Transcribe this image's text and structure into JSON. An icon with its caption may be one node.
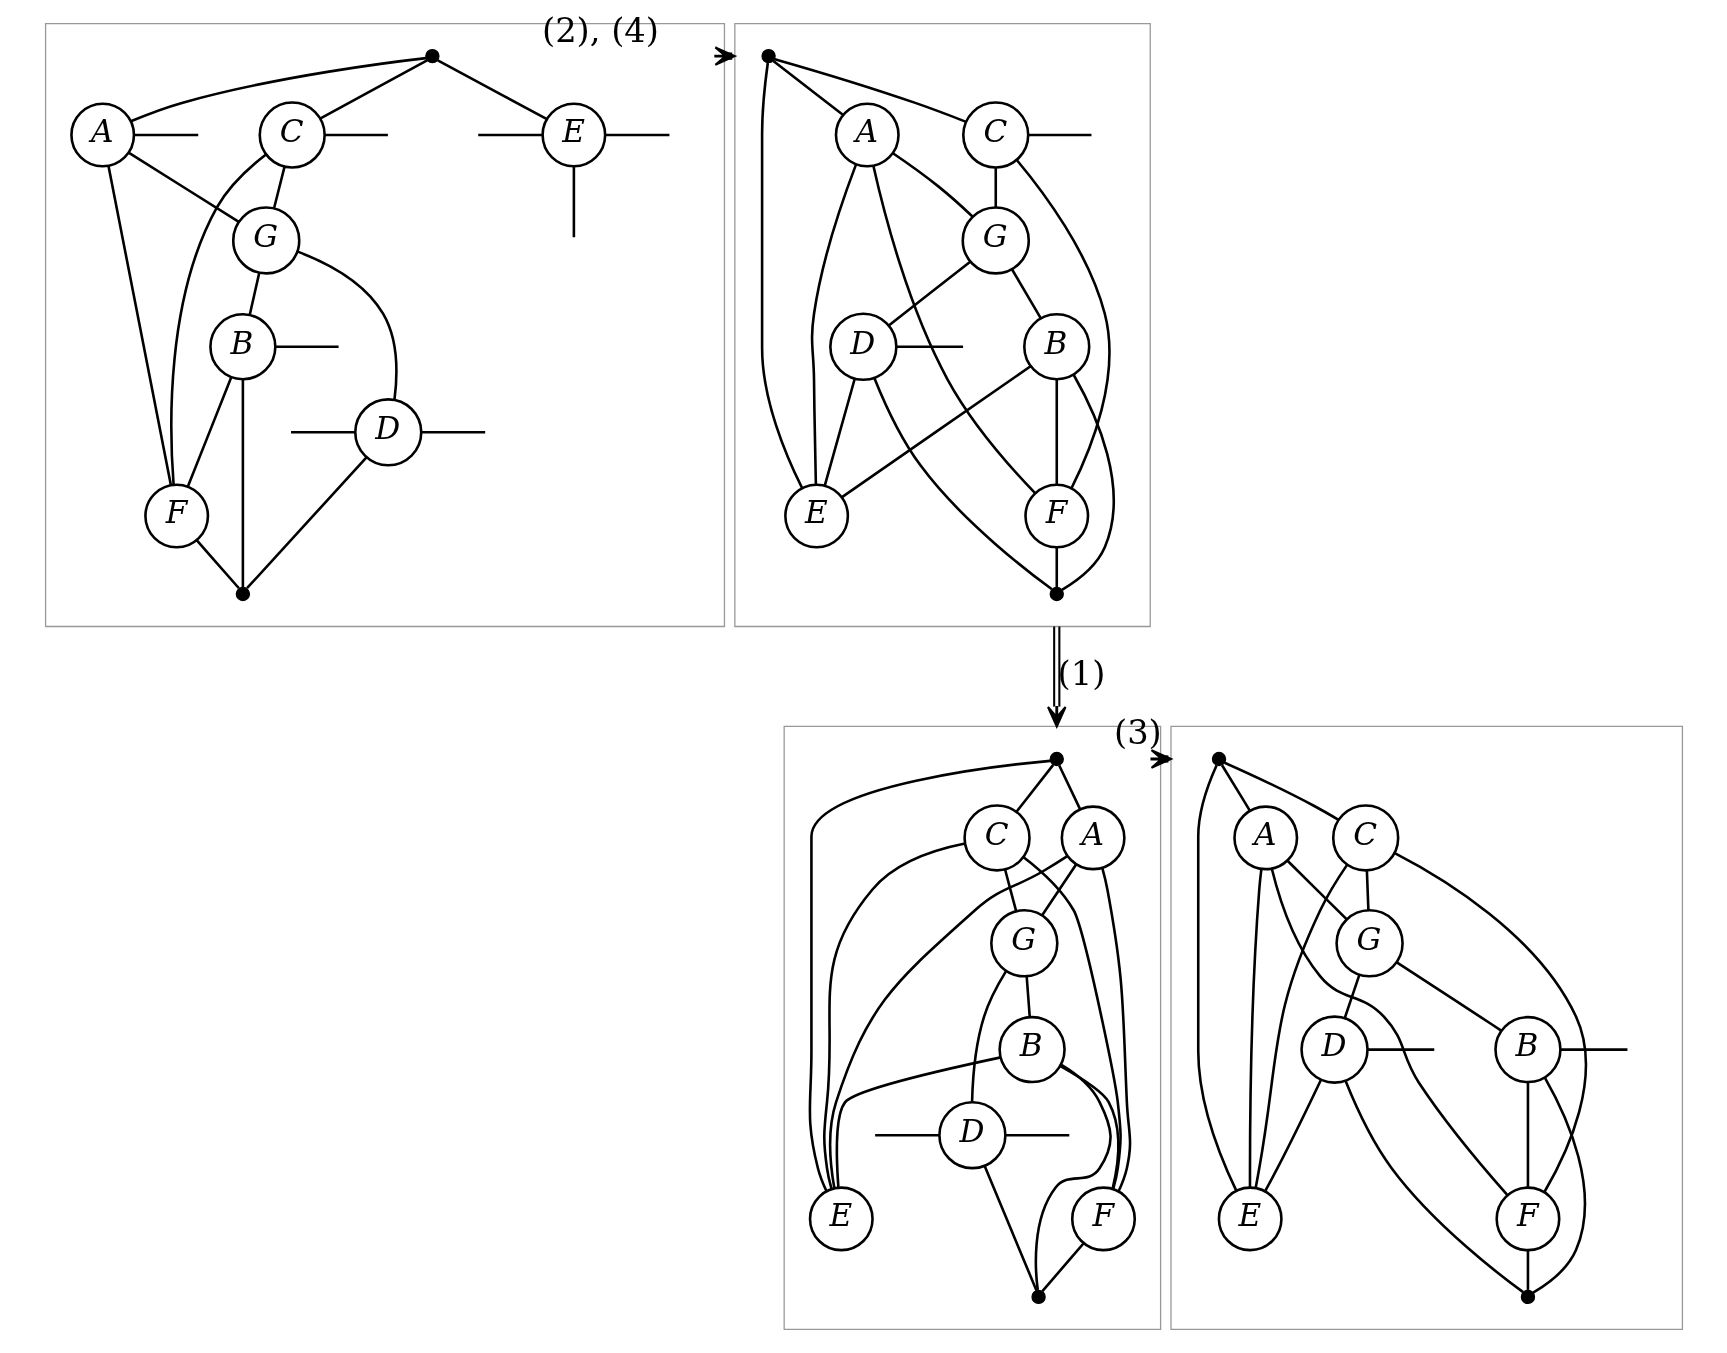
{
  "diagram": {
    "nodes": [
      {
        "text": [],
        "shape": "box"
      },
      {
        "text": [],
        "shape": "dot",
        "in": 0
      },
      {
        "text": [
          "A"
        ],
        "in": 0
      },
      {
        "text": [
          "C"
        ],
        "in": 0
      },
      {
        "text": [
          "E"
        ],
        "in": 0
      },
      {
        "text": [
          "G"
        ],
        "in": 0
      },
      {
        "text": [
          "B"
        ],
        "in": 0
      },
      {
        "text": [
          "D"
        ],
        "in": 0
      },
      {
        "text": [
          "F"
        ],
        "in": 0
      },
      {
        "text": [],
        "shape": "dot",
        "in": 0
      },
      {
        "text": [],
        "shape": "box"
      },
      {
        "text": [],
        "shape": "dot",
        "in": 10
      },
      {
        "text": [
          "A"
        ],
        "in": 10
      },
      {
        "text": [
          "C"
        ],
        "in": 10
      },
      {
        "text": [
          "E"
        ],
        "in": 10
      },
      {
        "text": [
          "G"
        ],
        "in": 10
      },
      {
        "text": [
          "B"
        ],
        "in": 10
      },
      {
        "text": [
          "D"
        ],
        "in": 10
      },
      {
        "text": [
          "F"
        ],
        "in": 10
      },
      {
        "text": [],
        "shape": "dot",
        "in": 10
      },
      {
        "text": [],
        "shape": "box"
      },
      {
        "text": [],
        "shape": "dot",
        "in": 20
      },
      {
        "text": [
          "A"
        ],
        "in": 20
      },
      {
        "text": [
          "C"
        ],
        "in": 20
      },
      {
        "text": [
          "E"
        ],
        "in": 20
      },
      {
        "text": [
          "G"
        ],
        "in": 20
      },
      {
        "text": [
          "B"
        ],
        "in": 20
      },
      {
        "text": [
          "D"
        ],
        "in": 20
      },
      {
        "text": [
          "F"
        ],
        "in": 20
      },
      {
        "text": [],
        "shape": "dot",
        "in": 20
      },
      {
        "text": [],
        "shape": "box"
      },
      {
        "text": [],
        "shape": "dot",
        "in": 30
      },
      {
        "text": [
          "A"
        ],
        "in": 30
      },
      {
        "text": [
          "C"
        ],
        "in": 30
      },
      {
        "text": [
          "E"
        ],
        "in": 30
      },
      {
        "text": [
          "G"
        ],
        "in": 30
      },
      {
        "text": [
          "B"
        ],
        "in": 30
      },
      {
        "text": [
          "D"
        ],
        "in": 30
      },
      {
        "text": [
          "F"
        ],
        "in": 30
      },
      {
        "text": [],
        "shape": "dot",
        "in": 30
      }
    ],
    "edges": [
      {
        "from": 2,
        "to": 8,
        "arrow": "none"
      },
      {
        "from": 1,
        "to": 2,
        "arrow": "none"
      },
      {
        "from": 1,
        "to": 3,
        "arrow": "none"
      },
      {
        "from": 1,
        "to": 4,
        "arrow": "none"
      },
      {
        "from": 2,
        "to": 5,
        "arrow": "none"
      },
      {
        "from": 3,
        "to": 5,
        "arrow": "none"
      },
      {
        "from": 5,
        "to": 6,
        "arrow": "none"
      },
      {
        "from": 5,
        "to": 7,
        "arrow": "none"
      },
      {
        "from": 3,
        "to": 8,
        "arrow": "none"
      },
      {
        "from": 7,
        "to": 9,
        "arrow": "none"
      },
      {
        "from": 6,
        "to": 9,
        "arrow": "none"
      },
      {
        "from": 8,
        "to": 9,
        "arrow": "none"
      },
      {
        "from": 6,
        "to": 8,
        "arrow": "none"
      },
      {
        "from": 2,
        "to": null,
        "arrow": "none"
      },
      {
        "from": 3,
        "to": null,
        "arrow": "none"
      },
      {
        "from": 4,
        "to": null,
        "arrow": "none"
      },
      {
        "from": 4,
        "to": null,
        "arrow": "none"
      },
      {
        "from": 4,
        "to": null,
        "arrow": "none"
      },
      {
        "from": 6,
        "to": null,
        "arrow": "none"
      },
      {
        "from": 7,
        "to": null,
        "arrow": "none"
      },
      {
        "from": 7,
        "to": null,
        "arrow": "none"
      },
      {
        "from": 12,
        "to": 18,
        "arrow": "none"
      },
      {
        "from": 12,
        "to": 14,
        "arrow": "none"
      },
      {
        "from": 11,
        "to": 12,
        "arrow": "none"
      },
      {
        "from": 11,
        "to": 13,
        "arrow": "none"
      },
      {
        "from": 11,
        "to": 14,
        "arrow": "none"
      },
      {
        "from": 12,
        "to": 15,
        "arrow": "none"
      },
      {
        "from": 13,
        "to": 15,
        "arrow": "none"
      },
      {
        "from": 15,
        "to": 16,
        "arrow": "none"
      },
      {
        "from": 15,
        "to": 17,
        "arrow": "none"
      },
      {
        "from": 16,
        "to": 14,
        "arrow": "none"
      },
      {
        "from": 17,
        "to": 14,
        "arrow": "none"
      },
      {
        "from": 13,
        "to": 18,
        "arrow": "none"
      },
      {
        "from": 17,
        "to": 19,
        "arrow": "none"
      },
      {
        "from": 16,
        "to": 19,
        "arrow": "none"
      },
      {
        "from": 18,
        "to": 19,
        "arrow": "none"
      },
      {
        "from": 16,
        "to": 18,
        "arrow": "none"
      },
      {
        "from": 13,
        "to": null,
        "arrow": "none"
      },
      {
        "from": 17,
        "to": null,
        "arrow": "none"
      },
      {
        "from": 22,
        "to": 28,
        "arrow": "none"
      },
      {
        "from": 22,
        "to": 24,
        "arrow": "none"
      },
      {
        "from": 21,
        "to": 22,
        "arrow": "none"
      },
      {
        "from": 21,
        "to": 23,
        "arrow": "none"
      },
      {
        "from": 21,
        "to": 24,
        "arrow": "none"
      },
      {
        "from": 23,
        "to": 24,
        "arrow": "none"
      },
      {
        "from": 22,
        "to": 25,
        "arrow": "none"
      },
      {
        "from": 23,
        "to": 25,
        "arrow": "none"
      },
      {
        "from": 25,
        "to": 26,
        "arrow": "none"
      },
      {
        "from": 25,
        "to": 27,
        "arrow": "none"
      },
      {
        "from": 26,
        "to": 24,
        "arrow": "none"
      },
      {
        "from": 23,
        "to": 28,
        "arrow": "none"
      },
      {
        "from": 27,
        "to": 29,
        "arrow": "none"
      },
      {
        "from": 26,
        "to": 29,
        "arrow": "none"
      },
      {
        "from": 28,
        "to": 29,
        "arrow": "none"
      },
      {
        "from": 26,
        "to": 28,
        "arrow": "none"
      },
      {
        "from": 27,
        "to": null,
        "arrow": "none"
      },
      {
        "from": 27,
        "to": null,
        "arrow": "none"
      },
      {
        "from": 32,
        "to": 38,
        "arrow": "none"
      },
      {
        "from": 32,
        "to": 34,
        "arrow": "none"
      },
      {
        "from": 31,
        "to": 32,
        "arrow": "none"
      },
      {
        "from": 31,
        "to": 33,
        "arrow": "none"
      },
      {
        "from": 31,
        "to": 34,
        "arrow": "none"
      },
      {
        "from": 33,
        "to": 34,
        "arrow": "none"
      },
      {
        "from": 32,
        "to": 35,
        "arrow": "none"
      },
      {
        "from": 33,
        "to": 35,
        "arrow": "none"
      },
      {
        "from": 35,
        "to": 36,
        "arrow": "none"
      },
      {
        "from": 35,
        "to": 37,
        "arrow": "none"
      },
      {
        "from": 37,
        "to": 34,
        "arrow": "none"
      },
      {
        "from": 33,
        "to": 38,
        "arrow": "none"
      },
      {
        "from": 37,
        "to": 39,
        "arrow": "none"
      },
      {
        "from": 36,
        "to": 39,
        "arrow": "none"
      },
      {
        "from": 38,
        "to": 39,
        "arrow": "none"
      },
      {
        "from": 36,
        "to": 38,
        "arrow": "none"
      },
      {
        "from": 36,
        "to": null,
        "arrow": "none"
      },
      {
        "from": 37,
        "to": null,
        "arrow": "none"
      },
      {
        "from": 0,
        "to": 10,
        "arrow": "to",
        "label": "(2), (4)"
      },
      {
        "from": 10,
        "to": 20,
        "arrow": "to",
        "label": "(1)"
      },
      {
        "from": 20,
        "to": 30,
        "arrow": "to",
        "label": "(3)"
      }
    ]
  }
}
